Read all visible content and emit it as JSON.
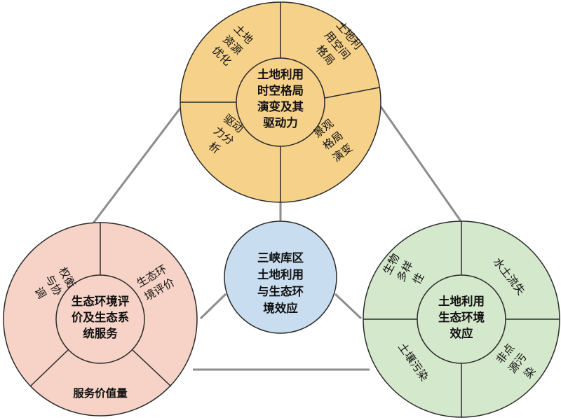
{
  "colors": {
    "top_fill": "#F5D18A",
    "left_fill": "#F6D3C6",
    "right_fill": "#D4E8CC",
    "center_fill": "#C9DDF0",
    "stroke": "#2B2B2B",
    "connector": "#8C8C8C"
  },
  "center": {
    "label": "三峡库区土地利用与生态环境效应"
  },
  "top": {
    "core": "土地利用时空格局演变及其驱动力",
    "segments": [
      "土地资源优化",
      "土地利用空间格局",
      "景观格局演变",
      "驱动力分析"
    ]
  },
  "left": {
    "core": "生态环境评价及生态系统服务",
    "segments": [
      "权衡与协调",
      "生态环境评价",
      "服务价值量"
    ]
  },
  "right": {
    "core": "土地利用生态环境效应",
    "segments": [
      "生物多样性",
      "水土流失",
      "非点源污染",
      "土壤污染"
    ]
  }
}
